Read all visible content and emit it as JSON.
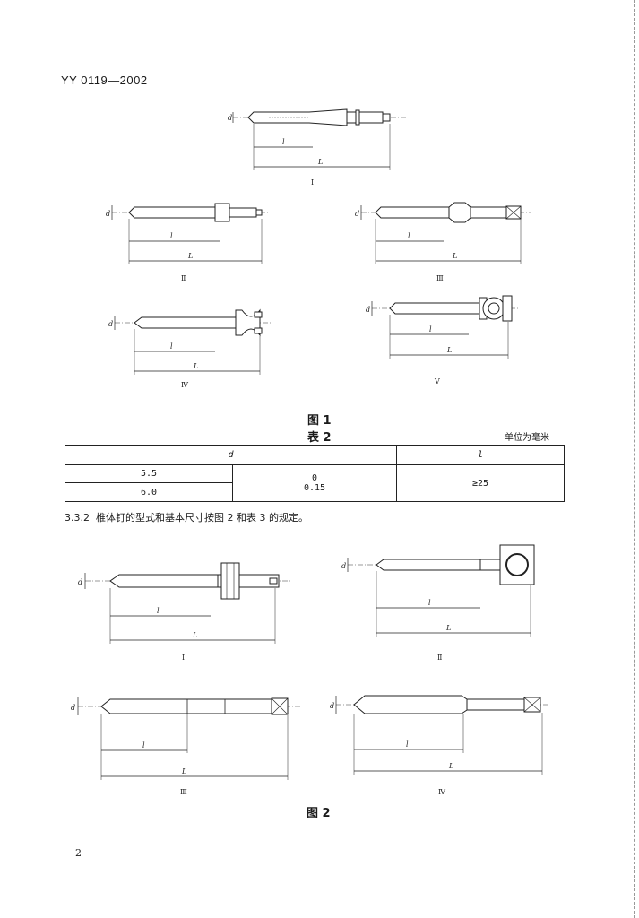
{
  "header": {
    "standard_code": "YY 0119—2002"
  },
  "figure1": {
    "title": "图 1",
    "views": [
      {
        "caption": "I",
        "dim_d": "d",
        "dim_l": "l",
        "dim_L": "L"
      },
      {
        "caption": "Ⅱ",
        "dim_d": "d",
        "dim_l": "l",
        "dim_L": "L"
      },
      {
        "caption": "Ⅲ",
        "dim_d": "d",
        "dim_l": "l",
        "dim_L": "L"
      },
      {
        "caption": "Ⅳ",
        "dim_d": "d",
        "dim_l": "l",
        "dim_L": "L"
      },
      {
        "caption": "V",
        "dim_d": "d",
        "dim_l": "l",
        "dim_L": "L"
      }
    ]
  },
  "table2": {
    "title": "表 2",
    "unit": "单位为毫米",
    "col_d": "d",
    "col_l": "l",
    "rows": [
      {
        "d": "5.5"
      },
      {
        "d": "6.0"
      }
    ],
    "tolerance_upper": "0",
    "tolerance_lower": "0.15",
    "l_value": "≥25"
  },
  "clause": {
    "number": "3.3.2",
    "text": "椎体钉的型式和基本尺寸按图 2 和表 3 的规定。"
  },
  "figure2": {
    "title": "图 2",
    "views": [
      {
        "caption": "I",
        "dim_d": "d",
        "dim_l": "l",
        "dim_L": "L"
      },
      {
        "caption": "Ⅱ",
        "dim_d": "d",
        "dim_l": "l",
        "dim_L": "L"
      },
      {
        "caption": "Ⅲ",
        "dim_d": "d",
        "dim_l": "l",
        "dim_L": "L"
      },
      {
        "caption": "Ⅳ",
        "dim_d": "d",
        "dim_l": "l",
        "dim_L": "L"
      }
    ]
  },
  "footer": {
    "page_number": "2"
  }
}
